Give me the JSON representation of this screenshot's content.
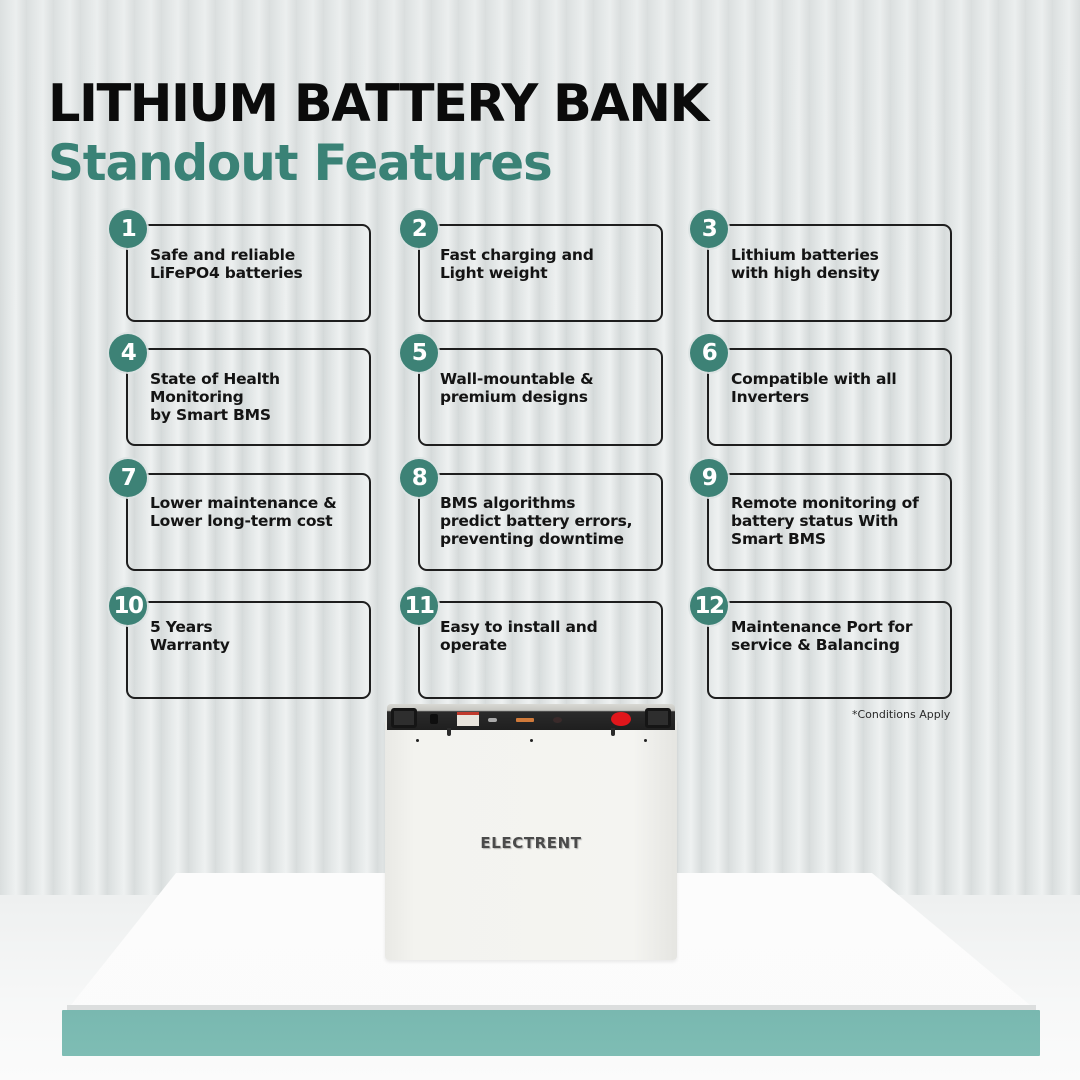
{
  "header": {
    "title": "LITHIUM BATTERY BANK",
    "subtitle": "Standout Features"
  },
  "colors": {
    "accent": "#3d8276",
    "title": "#0b0b0b",
    "card_border": "#1e1e1e",
    "platform": "#7ebdb4"
  },
  "features": [
    {
      "number": "1",
      "lines": [
        "Safe and reliable",
        "LiFePO4 batteries"
      ]
    },
    {
      "number": "2",
      "lines": [
        "Fast charging and",
        "Light weight"
      ]
    },
    {
      "number": "3",
      "lines": [
        "Lithium batteries",
        "with high density"
      ]
    },
    {
      "number": "4",
      "lines": [
        "State of Health",
        "Monitoring",
        "by Smart BMS"
      ]
    },
    {
      "number": "5",
      "lines": [
        "Wall-mountable &",
        "premium designs"
      ]
    },
    {
      "number": "6",
      "lines": [
        "Compatible with all",
        "Inverters"
      ]
    },
    {
      "number": "7",
      "lines": [
        "Lower maintenance &",
        "Lower long-term cost"
      ]
    },
    {
      "number": "8",
      "lines": [
        "BMS algorithms",
        "predict battery errors,",
        "preventing downtime"
      ]
    },
    {
      "number": "9",
      "lines": [
        "Remote monitoring of",
        "battery status With",
        "Smart BMS"
      ]
    },
    {
      "number": "10",
      "lines": [
        "5 Years",
        "Warranty"
      ]
    },
    {
      "number": "11",
      "lines": [
        "Easy to install and",
        "operate"
      ]
    },
    {
      "number": "12",
      "lines": [
        "Maintenance Port for",
        "service & Balancing"
      ]
    }
  ],
  "footnote": "*Conditions Apply",
  "product": {
    "brand": "ELECTRENT",
    "icon": "battery-product-image"
  }
}
